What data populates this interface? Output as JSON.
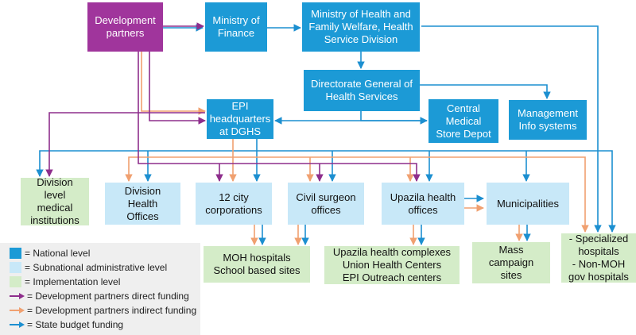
{
  "boxes": {
    "development_partners": "Development\npartners",
    "ministry_finance": "Ministry of\nFinance",
    "mohfw": "Ministry of Health and\nFamily Welfare, Health\nService Division",
    "dghs": "Directorate General of\nHealth Services",
    "epi_hq": "EPI\nheadquarters\nat DGHS",
    "cmsd": "Central\nMedical\nStore Depot",
    "mis": "Management\nInfo systems",
    "division_institutions": "Division\nlevel\nmedical\ninstitutions",
    "division_health_offices": "Division\nHealth\nOffices",
    "city_corporations": "12 city\ncorporations",
    "civil_surgeon": "Civil surgeon\noffices",
    "upazila_offices": "Upazila health\noffices",
    "municipalities": "Municipalities",
    "moh_hospitals": "MOH hospitals\nSchool based sites",
    "upazila_complexes": "Upazila health complexes\nUnion Health Centers\nEPI Outreach centers",
    "mass_campaign": "Mass\ncampaign\nsites",
    "specialized": "- Specialized\nhospitals\n- Non-MOH\ngov hospitals"
  },
  "legend": {
    "national": "= National level",
    "subnational": "= Subnational administrative level",
    "implementation": "= Implementation level",
    "direct": "= Development partners direct funding",
    "indirect": "= Development partners indirect funding",
    "state": "= State budget funding"
  },
  "colors": {
    "national": "#1c9ad6",
    "subnational": "#c8e8f8",
    "implementation": "#d4ecc8",
    "development_partners": "#a0359c",
    "direct_funding": "#8e2e8c",
    "indirect_funding": "#f0a070",
    "state_funding": "#1c8fd0"
  }
}
